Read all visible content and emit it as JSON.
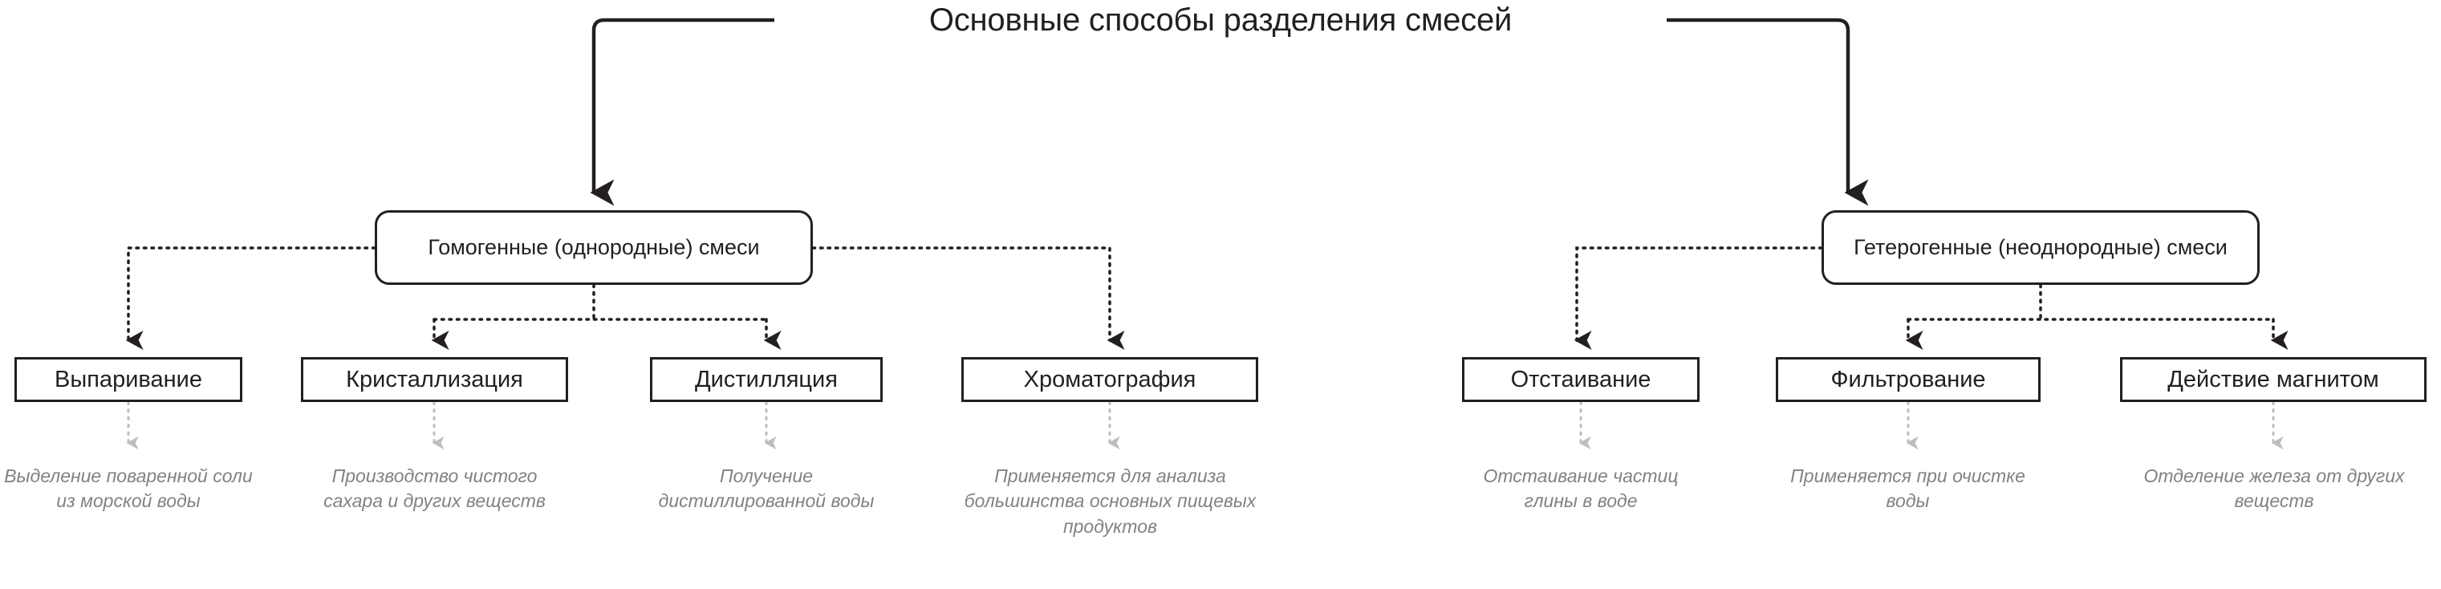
{
  "diagram": {
    "title": "Основные способы разделения смесей",
    "colors": {
      "stroke": "#231f20",
      "caption_text": "#808285",
      "background": "#ffffff",
      "connector_dotted": "#231f20"
    },
    "categories": [
      {
        "id": "homogeneous",
        "label": "Гомогенные (однородные) смеси"
      },
      {
        "id": "heterogeneous",
        "label": "Гетерогенные (неоднородные) смеси"
      }
    ],
    "methods": [
      {
        "id": "evaporation",
        "label": "Выпаривание",
        "caption": "Выделение поваренной соли из морской воды",
        "parent": "homogeneous"
      },
      {
        "id": "crystallization",
        "label": "Кристаллизация",
        "caption": "Производство чистого сахара и других веществ",
        "parent": "homogeneous"
      },
      {
        "id": "distillation",
        "label": "Дистилляция",
        "caption": "Получение дистиллированной воды",
        "parent": "homogeneous"
      },
      {
        "id": "chromatography",
        "label": "Хроматография",
        "caption": "Применяется для анализа большинства основных пищевых продуктов",
        "parent": "homogeneous"
      },
      {
        "id": "settling",
        "label": "Отстаивание",
        "caption": "Отстаивание частиц глины в воде",
        "parent": "heterogeneous"
      },
      {
        "id": "filtration",
        "label": "Фильтрование",
        "caption": "Применяется при очистке воды",
        "parent": "heterogeneous"
      },
      {
        "id": "magnet",
        "label": "Действие магнитом",
        "caption": "Отделение железа от других веществ",
        "parent": "heterogeneous"
      }
    ]
  }
}
